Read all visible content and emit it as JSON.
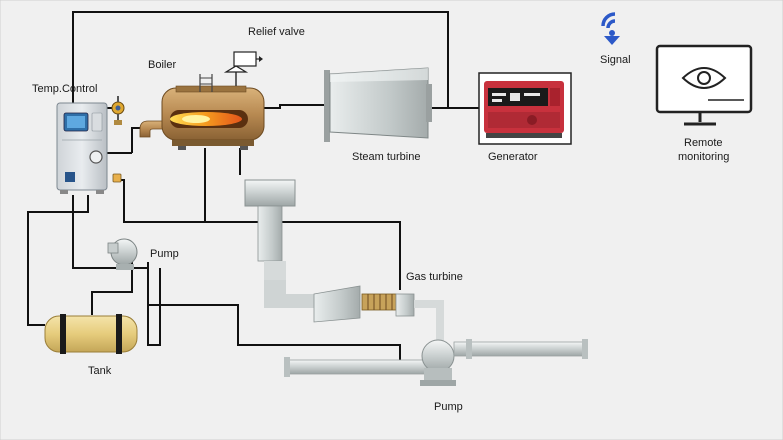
{
  "labels": {
    "temp_control": "Temp.Control",
    "boiler": "Boiler",
    "relief_valve": "Relief valve",
    "steam_turbine": "Steam turbine",
    "generator": "Generator",
    "signal": "Signal",
    "remote_line1": "Remote",
    "remote_line2": "monitoring",
    "pump_top": "Pump",
    "gas_turbine": "Gas turbine",
    "tank": "Tank",
    "pump_bottom": "Pump"
  },
  "icons": {
    "signal": "wifi-signal-icon",
    "monitor": "eye-monitor-icon"
  },
  "colors": {
    "background": "#f0f0f0",
    "pipe": "#111111",
    "boiler_body": "#b88a52",
    "flame": "#f0a020",
    "generator_red": "#c8313d",
    "signal_blue": "#2c59c8",
    "tank_body": "#e8d08a"
  }
}
